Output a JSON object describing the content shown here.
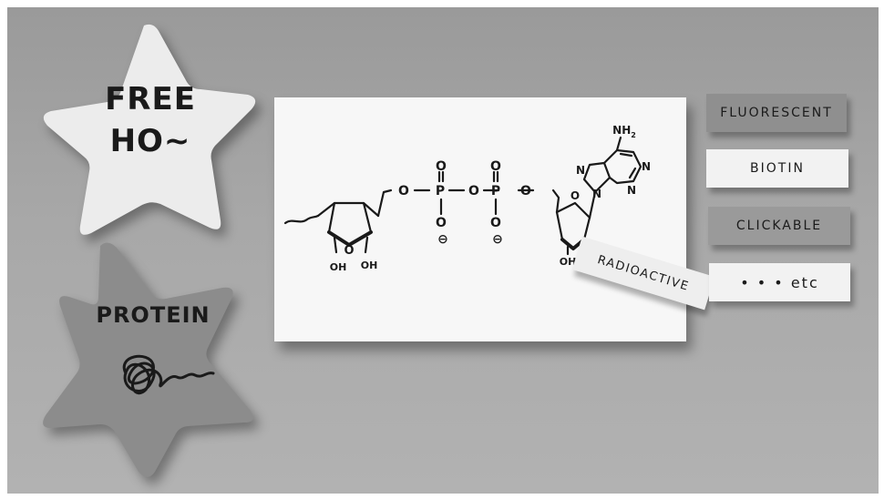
{
  "stars": {
    "top": {
      "line1": "FREE",
      "line2": "HO~"
    },
    "bottom": {
      "label": "PROTEIN"
    }
  },
  "structure": {
    "nh2": "NH",
    "nh2_sub": "2",
    "n1": "N",
    "n3": "N",
    "n7": "N",
    "n9": "N",
    "o_link1": "O",
    "o_link2": "O",
    "o_link3": "O",
    "p1": "P",
    "p2": "P",
    "o_top1": "O",
    "o_top2": "O",
    "o_ring1": "O",
    "o_ring2": "O",
    "oh1": "OH",
    "oh2": "OH",
    "oh3": "OH",
    "minus1": "⊖",
    "minus2": "⊖"
  },
  "tags": {
    "radioactive": "RADIOACTIVE",
    "fluorescent": "FLUORESCENT",
    "biotin": "BIOTIN",
    "clickable": "CLICKABLE",
    "etc": "• • • etc"
  },
  "colors": {
    "background": "#a6a6a6",
    "paper": "#f7f7f7",
    "star_top": "#ececec",
    "star_bottom": "#8c8c8c",
    "ink": "#1a1a1a"
  }
}
